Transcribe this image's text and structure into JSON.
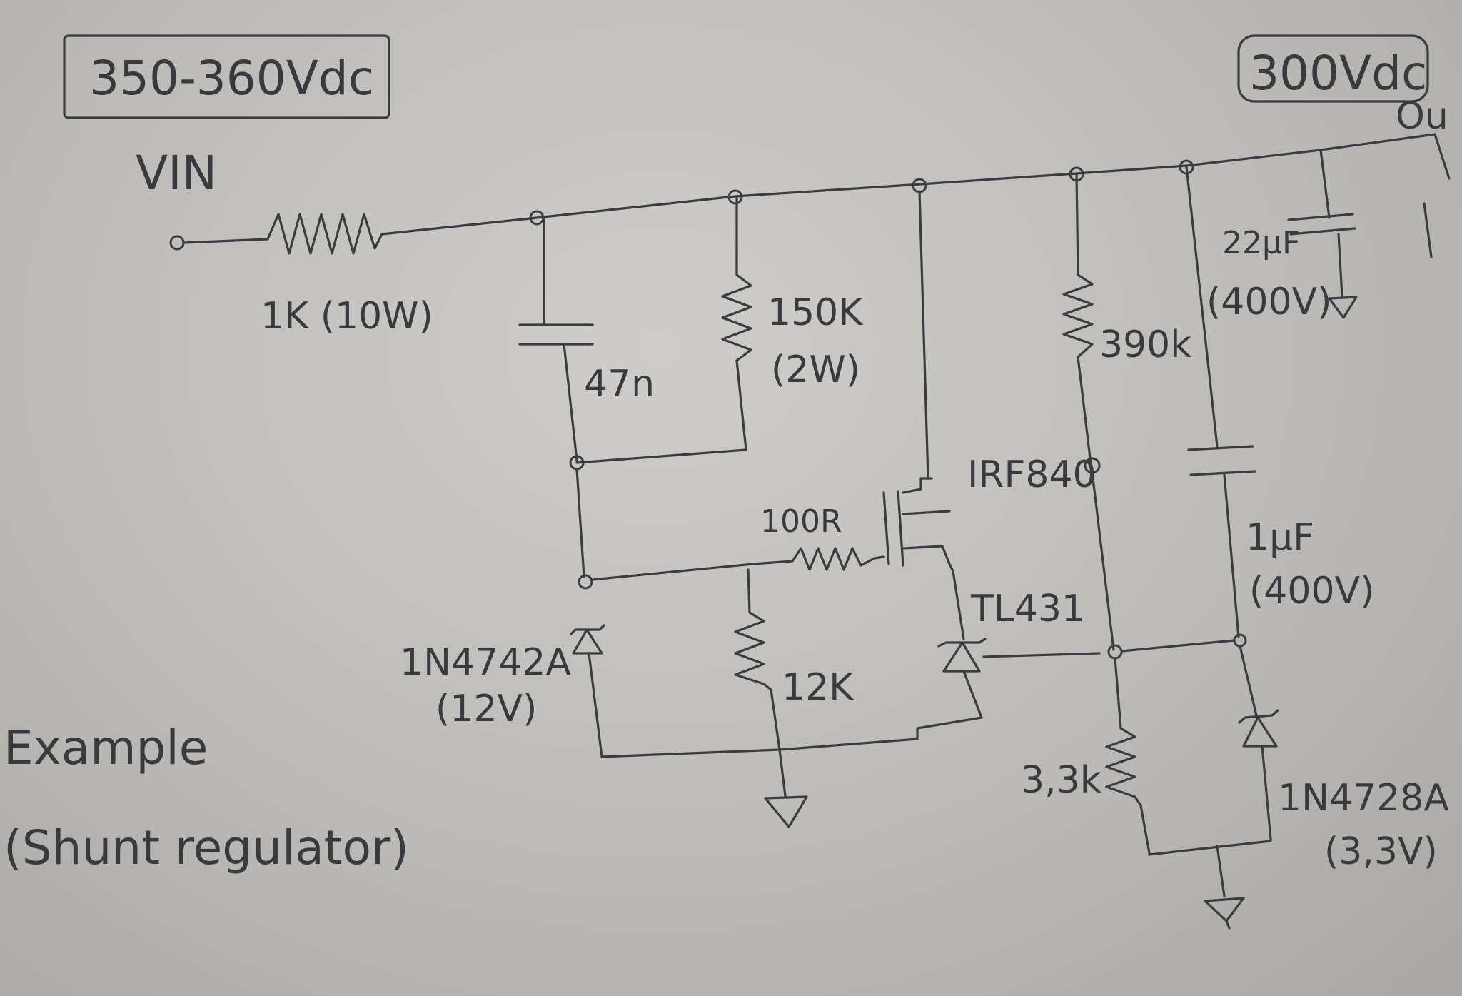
{
  "labels": {
    "vin_range": "350-360Vdc",
    "vin": "VIN",
    "vout": "300Vdc",
    "out": "Ou",
    "r_in": "1K (10W)",
    "c1": "47n",
    "r_150k": "150K",
    "r_150k_power": "(2W)",
    "r_390k": "390k",
    "c_out": "22µF",
    "c_out_voltage": "(400V)",
    "mosfet": "IRF840",
    "r_gate": "100R",
    "tl431": "TL431",
    "c_1uf": "1µF",
    "c_1uf_voltage": "(400V)",
    "zener1": "1N4742A",
    "zener1_voltage": "(12V)",
    "r_12k": "12K",
    "r_3k3": "3,3k",
    "zener2": "1N4728A",
    "zener2_voltage": "(3,3V)",
    "note_title": "Example",
    "note_sub": "(Shunt regulator)"
  },
  "colors": {
    "ink": "#3c3c40",
    "paper": "#c9c7c3"
  }
}
